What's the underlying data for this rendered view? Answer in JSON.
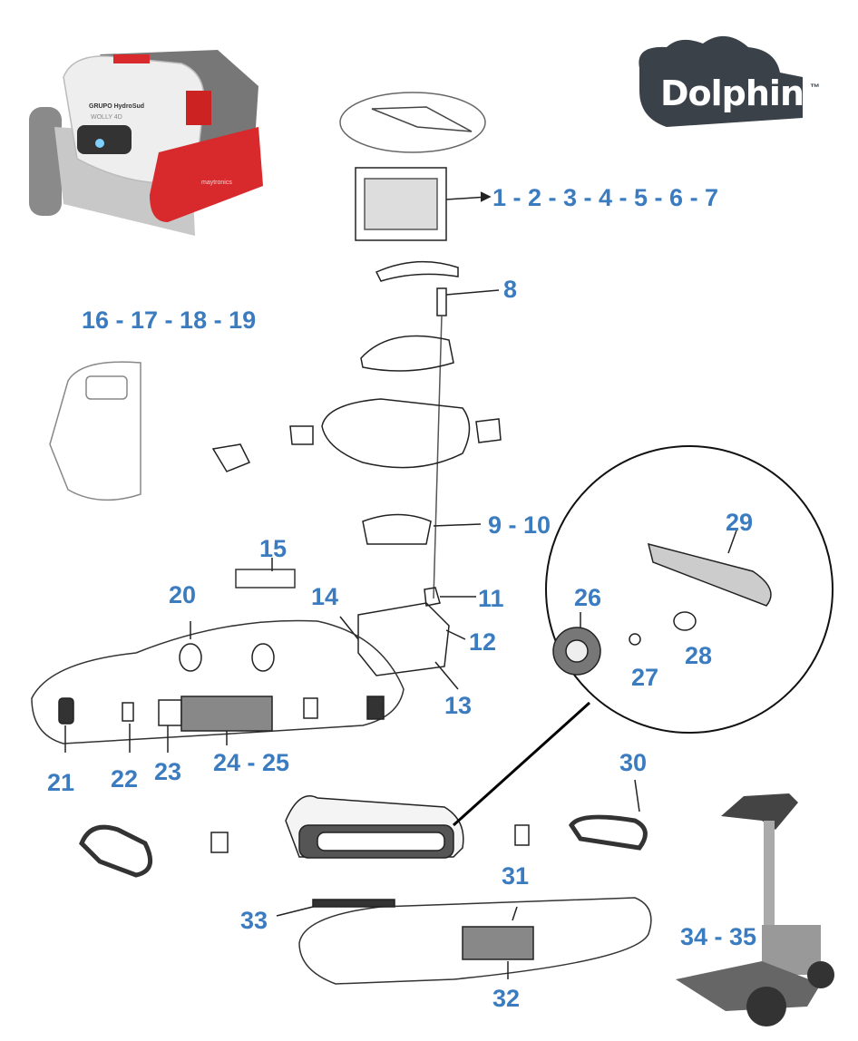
{
  "brand": {
    "logo_text": "Dolphin",
    "trademark": "™"
  },
  "robot_photo": {
    "front_text": "GRUPO HydroSud",
    "model_text": "WOLLY 4D",
    "side_text": "maytronics"
  },
  "colors": {
    "label": "#3b7cc0",
    "logo": "#3a4149",
    "robot_red": "#d8292c",
    "line": "#222222"
  },
  "labels": [
    {
      "id": "filter",
      "text": "1 - 2 - 3 - 4 - 5 - 6 - 7"
    },
    {
      "id": "swivel",
      "text": "8"
    },
    {
      "id": "cover",
      "text": "16 - 17 - 18 - 19"
    },
    {
      "id": "impeller",
      "text": "9 - 10"
    },
    {
      "id": "cable-clip",
      "text": "11"
    },
    {
      "id": "motor",
      "text": "12"
    },
    {
      "id": "motor-base",
      "text": "13"
    },
    {
      "id": "motor-screw",
      "text": "14"
    },
    {
      "id": "flap",
      "text": "15"
    },
    {
      "id": "bushing",
      "text": "20"
    },
    {
      "id": "wheel",
      "text": "21"
    },
    {
      "id": "axle",
      "text": "22"
    },
    {
      "id": "sleeve",
      "text": "23"
    },
    {
      "id": "brush",
      "text": "24 - 25"
    },
    {
      "id": "gear",
      "text": "26"
    },
    {
      "id": "gear-washer",
      "text": "27"
    },
    {
      "id": "gear-bushing",
      "text": "28"
    },
    {
      "id": "drive-arm",
      "text": "29"
    },
    {
      "id": "track",
      "text": "30"
    },
    {
      "id": "brush-kit",
      "text": "31"
    },
    {
      "id": "rear-brush",
      "text": "32"
    },
    {
      "id": "bottom-plate",
      "text": "33"
    },
    {
      "id": "caddy",
      "text": "34 - 35"
    }
  ]
}
